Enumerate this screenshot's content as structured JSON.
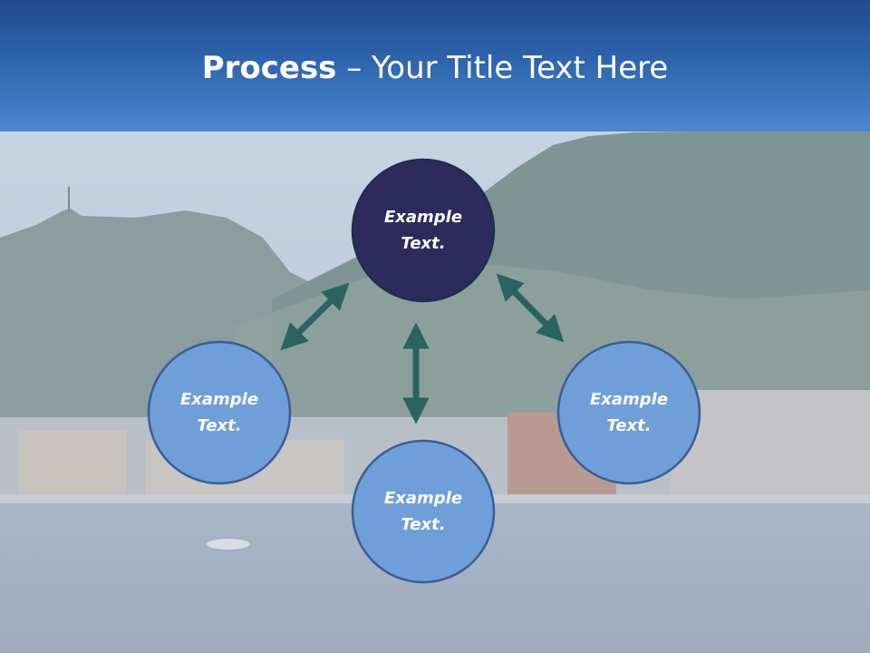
{
  "title": {
    "bold": "Process",
    "rest": " – Your Title Text Here"
  },
  "nodes": [
    {
      "line1": "Example",
      "line2": "Text."
    },
    {
      "line1": "Example",
      "line2": "Text."
    },
    {
      "line1": "Example",
      "line2": "Text."
    },
    {
      "line1": "Example",
      "line2": "Text."
    }
  ],
  "colors": {
    "header_top": "#1f4c8f",
    "header_bottom": "#4d87cf",
    "node_top_fill": "#2d2b5c",
    "node_fill": "#6f9fd8",
    "node_stroke": "#1e2e52",
    "node_stroke_light": "#3c5c94",
    "arrow": "#2a6360"
  }
}
